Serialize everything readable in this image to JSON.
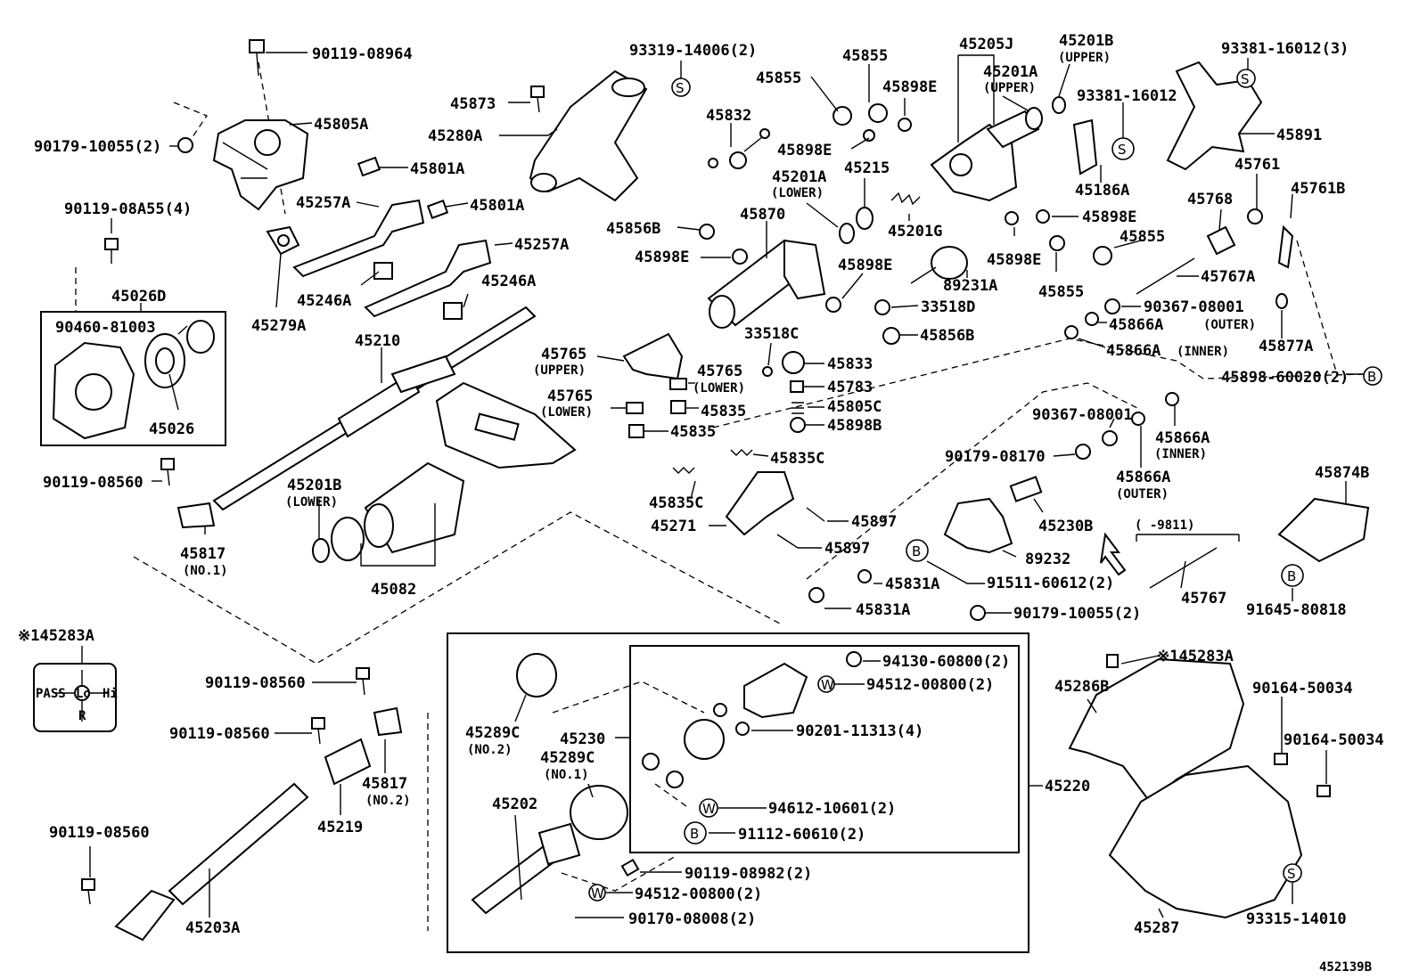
{
  "diagram_id": "452139B",
  "labels": [
    {
      "text": "90119-08964"
    },
    {
      "text": "45805A"
    },
    {
      "text": "90179-10055(2)"
    },
    {
      "text": "45801A"
    },
    {
      "text": "45257A"
    },
    {
      "text": "45801A"
    },
    {
      "text": "90119-08A55(4)"
    },
    {
      "text": "45026D"
    },
    {
      "text": "90460-81003"
    },
    {
      "text": "45026"
    },
    {
      "text": "45279A"
    },
    {
      "text": "45246A"
    },
    {
      "text": "45257A"
    },
    {
      "text": "45246A"
    },
    {
      "text": "45210"
    },
    {
      "text": "90119-08560"
    },
    {
      "text": "45817"
    },
    {
      "text": "(NO.1)"
    },
    {
      "text": "45201B"
    },
    {
      "text": "(LOWER)"
    },
    {
      "text": "45082"
    },
    {
      "text": "45873"
    },
    {
      "text": "45280A"
    },
    {
      "text": "93319-14006(2)"
    },
    {
      "text": "45832"
    },
    {
      "text": "45855"
    },
    {
      "text": "45855"
    },
    {
      "text": "45898E"
    },
    {
      "text": "45898E"
    },
    {
      "text": "45205J"
    },
    {
      "text": "45201B"
    },
    {
      "text": "(UPPER)"
    },
    {
      "text": "45201A"
    },
    {
      "text": "(UPPER)"
    },
    {
      "text": "93381-16012"
    },
    {
      "text": "93381-16012(3)"
    },
    {
      "text": "45891"
    },
    {
      "text": "45186A"
    },
    {
      "text": "45761"
    },
    {
      "text": "45761B"
    },
    {
      "text": "45201A"
    },
    {
      "text": "(LOWER)"
    },
    {
      "text": "45215"
    },
    {
      "text": "45201G"
    },
    {
      "text": "45856B"
    },
    {
      "text": "45870"
    },
    {
      "text": "45898E"
    },
    {
      "text": "45898E"
    },
    {
      "text": "89231A"
    },
    {
      "text": "45898E"
    },
    {
      "text": "45898E"
    },
    {
      "text": "45855"
    },
    {
      "text": "45855"
    },
    {
      "text": "45768"
    },
    {
      "text": "45767A"
    },
    {
      "text": "90367-08001"
    },
    {
      "text": "(OUTER)"
    },
    {
      "text": "45866A"
    },
    {
      "text": "45877A"
    },
    {
      "text": "45866A"
    },
    {
      "text": "(INNER)"
    },
    {
      "text": "45898-60020(2)"
    },
    {
      "text": "33518D"
    },
    {
      "text": "33518C"
    },
    {
      "text": "45856B"
    },
    {
      "text": "45833"
    },
    {
      "text": "45783"
    },
    {
      "text": "45805C"
    },
    {
      "text": "45898B"
    },
    {
      "text": "45765"
    },
    {
      "text": "(UPPER)"
    },
    {
      "text": "45765"
    },
    {
      "text": "(LOWER)"
    },
    {
      "text": "45765"
    },
    {
      "text": "(LOWER)"
    },
    {
      "text": "45835"
    },
    {
      "text": "45835"
    },
    {
      "text": "45835C"
    },
    {
      "text": "45835C"
    },
    {
      "text": "45271"
    },
    {
      "text": "45897"
    },
    {
      "text": "45897"
    },
    {
      "text": "90367-08001"
    },
    {
      "text": "90179-08170"
    },
    {
      "text": "45866A"
    },
    {
      "text": "(INNER)"
    },
    {
      "text": "45866A"
    },
    {
      "text": "(OUTER)"
    },
    {
      "text": "45230B"
    },
    {
      "text": "(   -9811)"
    },
    {
      "text": "45874B"
    },
    {
      "text": "89232"
    },
    {
      "text": "91511-60612(2)"
    },
    {
      "text": "45831A"
    },
    {
      "text": "45831A"
    },
    {
      "text": "90179-10055(2)"
    },
    {
      "text": "45767"
    },
    {
      "text": "91645-80818"
    },
    {
      "text": "※145283A"
    },
    {
      "text": "90119-08560"
    },
    {
      "text": "90119-08560"
    },
    {
      "text": "45817"
    },
    {
      "text": "(NO.2)"
    },
    {
      "text": "45219"
    },
    {
      "text": "90119-08560"
    },
    {
      "text": "45203A"
    },
    {
      "text": "45289C"
    },
    {
      "text": "(NO.2)"
    },
    {
      "text": "45230"
    },
    {
      "text": "45289C"
    },
    {
      "text": "(NO.1)"
    },
    {
      "text": "45202"
    },
    {
      "text": "94130-60800(2)"
    },
    {
      "text": "94512-00800(2)"
    },
    {
      "text": "90201-11313(4)"
    },
    {
      "text": "94612-10601(2)"
    },
    {
      "text": "91112-60610(2)"
    },
    {
      "text": "90119-08982(2)"
    },
    {
      "text": "94512-00800(2)"
    },
    {
      "text": "90170-08008(2)"
    },
    {
      "text": "45220"
    },
    {
      "text": "※145283A"
    },
    {
      "text": "45286B"
    },
    {
      "text": "90164-50034"
    },
    {
      "text": "90164-50034"
    },
    {
      "text": "45287"
    },
    {
      "text": "93315-14010"
    }
  ],
  "symbols": {
    "S": "S",
    "B": "B",
    "W": "W"
  },
  "indicator": {
    "pass": "PASS",
    "lo": "Lo",
    "hi": "Hi",
    "reverse": "R"
  }
}
